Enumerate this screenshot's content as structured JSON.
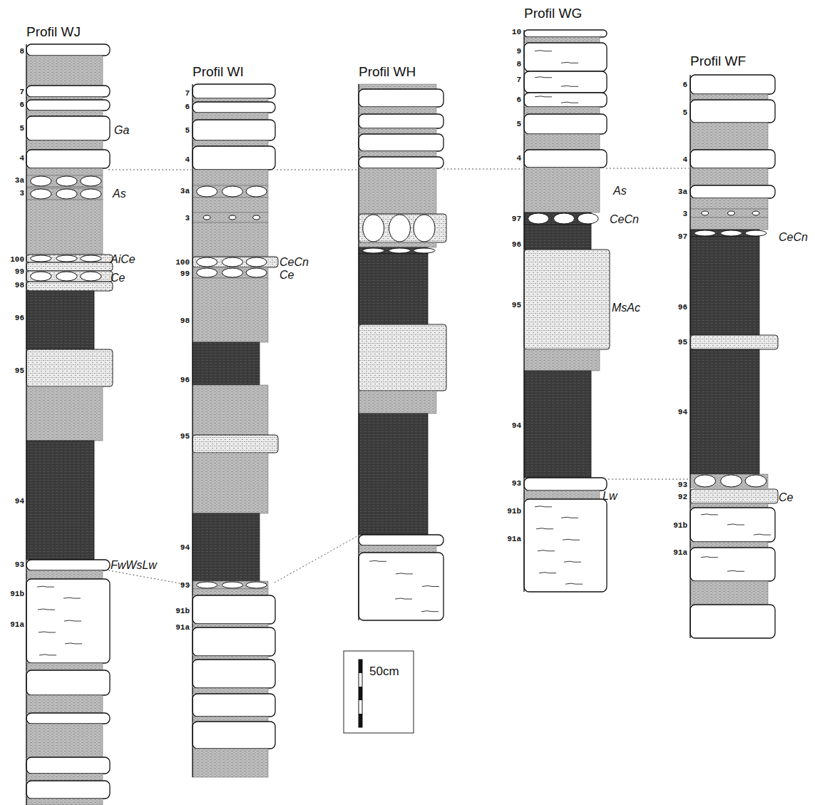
{
  "diagram": {
    "labels": [
      "Profil WJ",
      "8",
      "7",
      "6",
      "5",
      "4",
      "3a",
      "3",
      "100",
      "99",
      "98",
      "96",
      "95",
      "94",
      "93",
      "91b",
      "91a",
      "Ga",
      "As",
      "AiCe",
      "Ce",
      "FwWsLw",
      "Profil WI",
      "7",
      "6",
      "5",
      "4",
      "3a",
      "3",
      "100",
      "99",
      "98",
      "96",
      "95",
      "94",
      "93",
      "91b",
      "91a",
      "CeCn",
      "Ce",
      "Profil WH",
      "Profil WG",
      "10",
      "9",
      "8",
      "7",
      "6",
      "5",
      "4",
      "97",
      "96",
      "95",
      "94",
      "93",
      "91b",
      "91a",
      "As",
      "CeCn",
      "MsAc",
      "Lw",
      "Profil WF",
      "6",
      "5",
      "4",
      "3a",
      "3",
      "97",
      "96",
      "95",
      "94",
      "93",
      "92",
      "91b",
      "91a",
      "CeCn",
      "Ce",
      "50cm"
    ]
  }
}
